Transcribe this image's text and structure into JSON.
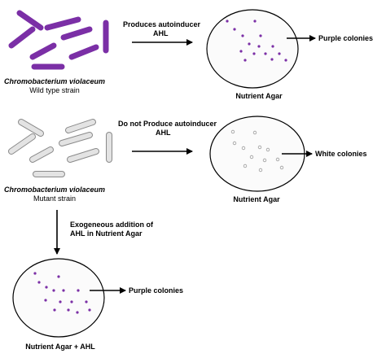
{
  "colors": {
    "purple": "#7B2FA6",
    "grey_fill": "#E3E3E3",
    "grey_stroke": "#8A8A8A",
    "dish_fill": "#FBFBFB",
    "line": "#000000"
  },
  "wild": {
    "species": "Chromobacterium violaceum",
    "strain": "Wild type strain",
    "arrow_line1": "Produces autoinducer",
    "arrow_line2": "AHL",
    "plate_label": "Nutrient Agar",
    "result": "Purple colonies"
  },
  "mutant": {
    "species": "Chromobacterium violaceum",
    "strain": "Mutant strain",
    "arrow_line1": "Do not Produce autoinducer",
    "arrow_line2": "AHL",
    "plate_label": "Nutrient Agar",
    "result": "White colonies"
  },
  "addition": {
    "line1": "Exogeneous addition of",
    "line2": "AHL in Nutrient Agar",
    "plate_label": "Nutrient Agar + AHL",
    "result": "Purple colonies"
  }
}
